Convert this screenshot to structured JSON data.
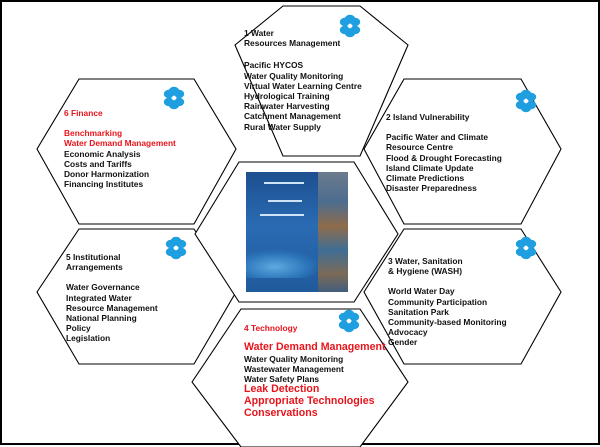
{
  "colors": {
    "outline": "#000000",
    "accent_red": "#e8141b",
    "flower_blue": "#1f9ee0"
  },
  "center_image": {
    "icon": "report-cover-image"
  },
  "hexagons": {
    "water_resources": {
      "title": "1 Water\nResources Management",
      "items": [
        "Pacific HYCOS",
        "Water Quality Monitoring",
        "Virtual Water Learning Centre",
        "Hydrological Training",
        "Rainwater Harvesting",
        "Catchment Management",
        "Rural Water Supply"
      ]
    },
    "island_vulnerability": {
      "title": "2 Island Vulnerability",
      "items": [
        "Pacific Water and Climate",
        "Resource Centre",
        "Flood & Drought Forecasting",
        "Island Climate Update",
        "Climate Predictions",
        "Disaster Preparedness"
      ]
    },
    "wash": {
      "title": "3 Water, Sanitation\n& Hygiene (WASH)",
      "items": [
        "World Water Day",
        "Community Participation",
        "Sanitation Park",
        "Community-based Monitoring",
        "Advocacy",
        "Gender"
      ]
    },
    "technology": {
      "title": "4 Technology",
      "items_top": [
        "Water Demand Management"
      ],
      "items_mid": [
        "Water Quality Monitoring",
        "Wastewater Management",
        "Water Safety Plans"
      ],
      "items_bottom": [
        "Leak Detection",
        "Appropriate Technologies",
        "Conservations"
      ]
    },
    "institutional": {
      "title": "5 Institutional\nArrangements",
      "items": [
        "Water Governance",
        "Integrated Water",
        "Resource Management",
        "National Planning",
        "Policy",
        "Legislation"
      ]
    },
    "finance": {
      "title": "6 Finance",
      "items_red": [
        "Benchmarking",
        "Water Demand Management"
      ],
      "items": [
        "Economic  Analysis",
        "Costs and Tariffs",
        "Donor Harmonization",
        "Financing Institutes"
      ]
    }
  }
}
